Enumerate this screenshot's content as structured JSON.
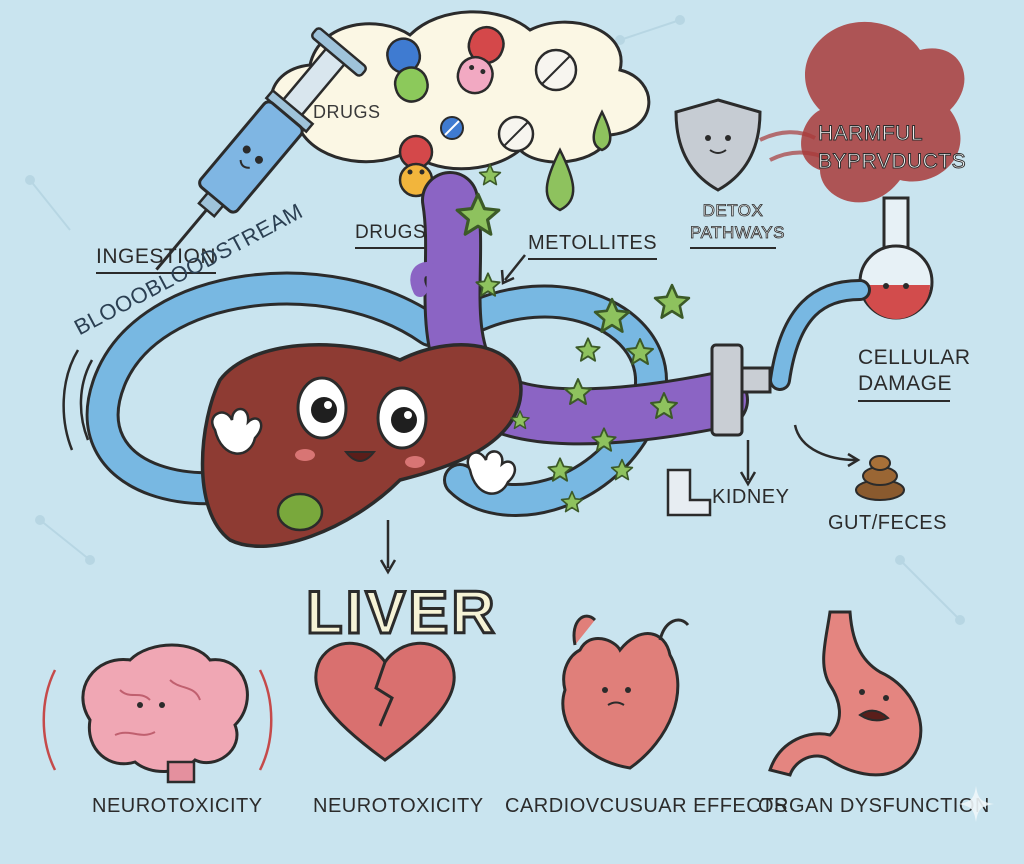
{
  "labels": {
    "ingestion": "INGESTION",
    "drugs_cloud": "DRUGS",
    "drugs": "DRUGS",
    "metabolites": "METOLLITES",
    "detox": "DETOX PATHWAYS",
    "harmful": "HARMFUL BYPRVDUCTS",
    "bloodstream": "BLOOOBLOODSTREAM",
    "cellular_damage": "CELLULAR DAMAGE",
    "kidney": "KIDNEY",
    "gut": "GUT/FECES",
    "liver": "LIVER"
  },
  "effects": [
    {
      "label": "NEUROTOXICITY",
      "icon": "brain-icon"
    },
    {
      "label": "NEUROTOXICITY",
      "icon": "broken-heart-icon"
    },
    {
      "label": "CARDIOVCUSUAR EFFECTS",
      "icon": "heart-organ-icon"
    },
    {
      "label": "ORGAN DYSFUNCTION",
      "icon": "stomach-icon"
    }
  ],
  "colors": {
    "background": "#c9e4ef",
    "liver": "#8e3b33",
    "vessel": "#78b8e2",
    "purple_flow": "#8b64c4",
    "metabolite": "#8ec25e",
    "organ_pink": "#e07f7a"
  }
}
